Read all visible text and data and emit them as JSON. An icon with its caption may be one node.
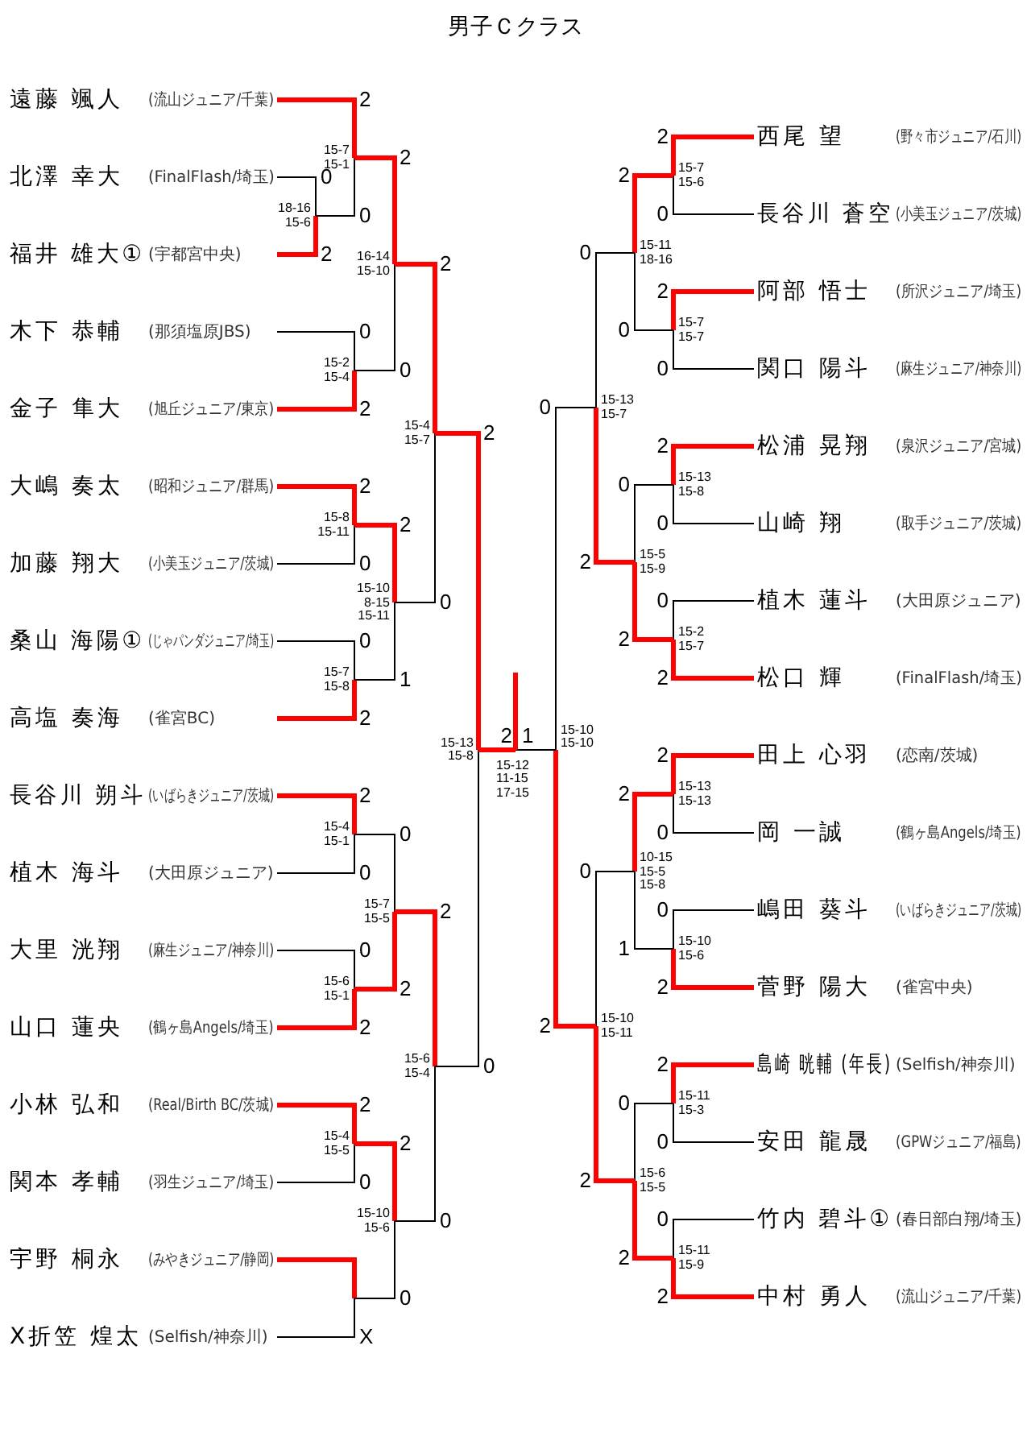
{
  "diagram": {
    "title": "男子Ｃクラス",
    "nodes": [
      {
        "text": [
          "遠藤 颯人",
          "(流山ジュニア/千葉)"
        ]
      },
      {
        "text": [
          "北澤 幸大",
          "(FinalFlash/埼玉)"
        ]
      },
      {
        "text": [
          "福井 雄大①",
          "(宇都宮中央)"
        ]
      },
      {
        "text": [
          "木下 恭輔",
          "(那須塩原JBS)"
        ]
      },
      {
        "text": [
          "金子 隼大",
          "(旭丘ジュニア/東京)"
        ]
      },
      {
        "text": [
          "大嶋 奏太",
          "(昭和ジュニア/群馬)"
        ]
      },
      {
        "text": [
          "加藤 翔大",
          "(小美玉ジュニア/茨城)"
        ]
      },
      {
        "text": [
          "桑山 海陽①",
          "(じゃパンダジュニア/埼玉)"
        ]
      },
      {
        "text": [
          "高塩 奏海",
          "(雀宮BC)"
        ]
      },
      {
        "text": [
          "長谷川 朔斗",
          "(いばらきジュニア/茨城)"
        ]
      },
      {
        "text": [
          "植木 海斗",
          "(大田原ジュニア)"
        ]
      },
      {
        "text": [
          "大里 洸翔",
          "(麻生ジュニア/神奈川)"
        ]
      },
      {
        "text": [
          "山口 蓮央",
          "(鶴ヶ島Angels/埼玉)"
        ]
      },
      {
        "text": [
          "小林 弘和",
          "(Real/Birth BC/茨城)"
        ]
      },
      {
        "text": [
          "関本 孝輔",
          "(羽生ジュニア/埼玉)"
        ]
      },
      {
        "text": [
          "宇野 桐永",
          "(みやきジュニア/静岡)"
        ]
      },
      {
        "text": [
          "X折笠 煌太",
          "(Selfish/神奈川)"
        ]
      },
      {
        "text": [
          "西尾 望",
          "(野々市ジュニア/石川)"
        ]
      },
      {
        "text": [
          "長谷川 蒼空",
          "(小美玉ジュニア/茨城)"
        ]
      },
      {
        "text": [
          "阿部 悟士",
          "(所沢ジュニア/埼玉)"
        ]
      },
      {
        "text": [
          "関口 陽斗",
          "(麻生ジュニア/神奈川)"
        ]
      },
      {
        "text": [
          "松浦 晃翔",
          "(泉沢ジュニア/宮城)"
        ]
      },
      {
        "text": [
          "山崎 翔",
          "(取手ジュニア/茨城)"
        ]
      },
      {
        "text": [
          "植木 蓮斗",
          "(大田原ジュニア)"
        ]
      },
      {
        "text": [
          "松口 輝",
          "(FinalFlash/埼玉)"
        ]
      },
      {
        "text": [
          "田上 心羽",
          "(恋南/茨城)"
        ]
      },
      {
        "text": [
          "岡 一誠",
          "(鶴ヶ島Angels/埼玉)"
        ]
      },
      {
        "text": [
          "嶋田 葵斗",
          "(いばらきジュニア/茨城)"
        ]
      },
      {
        "text": [
          "菅野 陽大",
          "(雀宮中央)"
        ]
      },
      {
        "text": [
          "島崎 晄輔 (年長)",
          "(Selfish/神奈川)"
        ]
      },
      {
        "text": [
          "安田 龍晟",
          "(GPWジュニア/福島)"
        ]
      },
      {
        "text": [
          "竹内 碧斗①",
          "(春日部白翔/埼玉)"
        ]
      },
      {
        "text": [
          "中村 勇人",
          "(流山ジュニア/千葉)"
        ]
      }
    ],
    "labels": [
      "0",
      "2",
      "18-16 15-6",
      "2",
      "0",
      "15-7 15-1",
      "0",
      "2",
      "15-2 15-4",
      "2",
      "0",
      "16-14 15-10",
      "2",
      "0",
      "15-8 15-11",
      "0",
      "2",
      "15-7 15-8",
      "2",
      "1",
      "15-10 8-15 15-11",
      "2",
      "0",
      "15-4 15-7",
      "2",
      "0",
      "15-4 15-1",
      "0",
      "2",
      "15-6 15-1",
      "0",
      "2",
      "15-7 15-5",
      "2",
      "0",
      "15-4 15-5",
      "X",
      "2",
      "0",
      "15-10 15-6",
      "2",
      "0",
      "15-6 15-4",
      "2",
      "0",
      "15-13 15-8",
      "2",
      "0",
      "15-7 15-6",
      "2",
      "0",
      "15-7 15-7",
      "2",
      "0",
      "15-11 18-16",
      "2",
      "0",
      "15-13 15-8",
      "0",
      "2",
      "15-2 15-7",
      "0",
      "2",
      "15-5 15-9",
      "0",
      "2",
      "15-13 15-7",
      "2",
      "0",
      "15-13 15-13",
      "0",
      "2",
      "15-10 15-6",
      "2",
      "1",
      "10-15 15-5 15-8",
      "2",
      "0",
      "15-11 15-3",
      "0",
      "2",
      "15-11 15-9",
      "0",
      "2",
      "15-6 15-5",
      "0",
      "2",
      "15-10 15-11",
      "0",
      "2",
      "15-10 15-10",
      "2",
      "1",
      "15-12 11-15 17-15"
    ]
  }
}
